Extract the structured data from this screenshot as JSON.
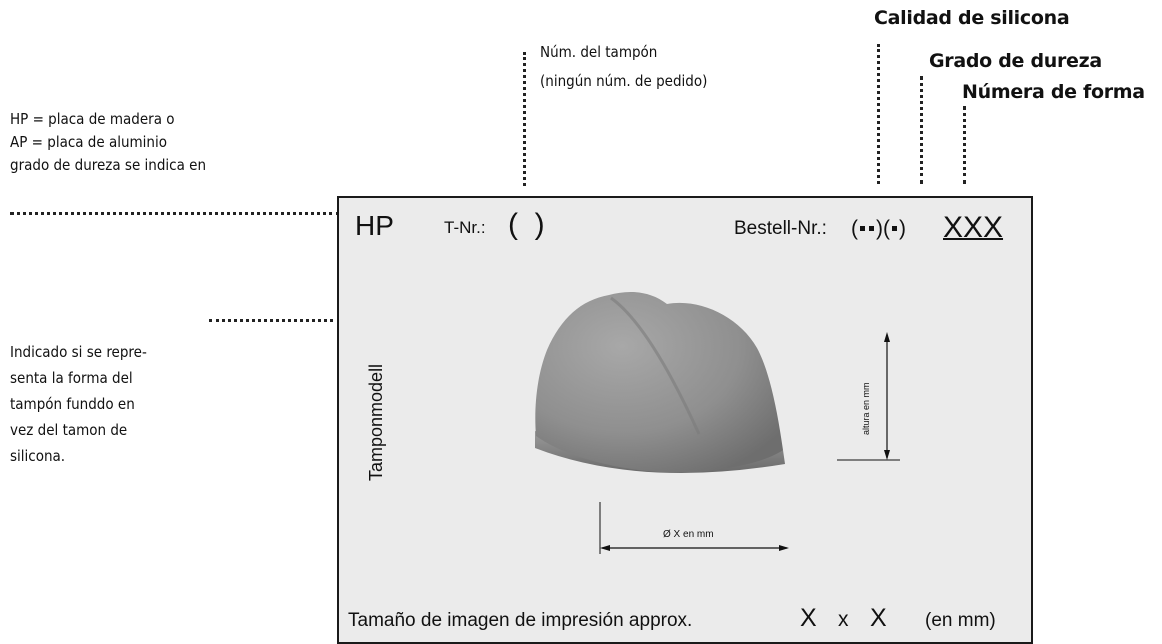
{
  "header": {
    "silicone_quality": "Calidad de silicona",
    "hardness_grade": "Grado de dureza",
    "form_number": "Númera de forma"
  },
  "pad_number_note": {
    "line1": "Núm. del tampón",
    "line2": "(ningún núm. de pedido)"
  },
  "plate_note": {
    "line1": "HP = placa de madera o",
    "line2": "AP = placa de aluminio",
    "line3": "grado de dureza se indica en"
  },
  "model_note": {
    "lines": [
      "Indicado si se repre-",
      "senta la forma del",
      "tampón funddo en",
      "vez del tamon de",
      "silicona."
    ]
  },
  "plate": {
    "plate_type": "HP",
    "t_nr_label": "T-Nr.:",
    "t_nr_value": "(  )",
    "order_label": "Bestell-Nr.:",
    "order_code": "XXX",
    "side_label": "Tamponmodell",
    "height_label": "altura en mm",
    "diameter_label": "Ø X en mm",
    "footer_text": "Tamaño de imagen de impresión approx.",
    "footer_x1": "X",
    "footer_times": "x",
    "footer_x2": "X",
    "footer_unit": "(en mm)"
  },
  "colors": {
    "plate_background": "#ebebeb",
    "pad_shape": "#8f8f8f"
  }
}
